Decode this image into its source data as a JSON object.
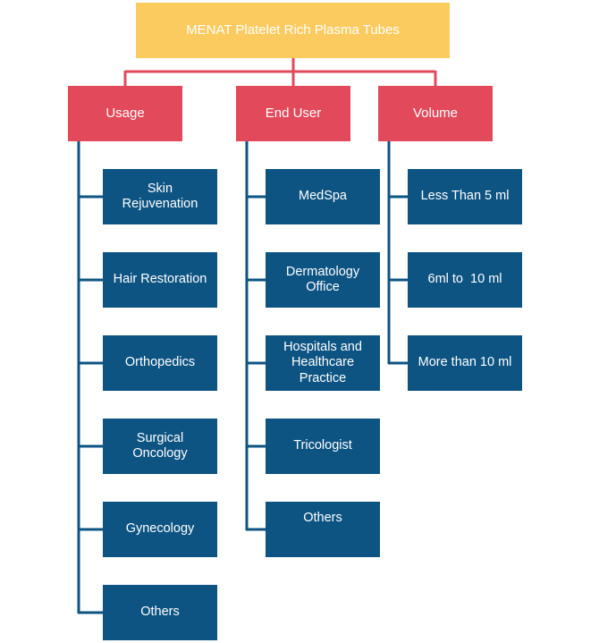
{
  "root": "MENAT Platelet Rich Plasma Tubes",
  "colors": {
    "root": "#FCCB5F",
    "category": "#E24A5B",
    "leaf": "#0E5483",
    "connector_top": "#E24A5B",
    "connector_branch": "#0E5483"
  },
  "categories": [
    {
      "label": "Usage",
      "items": [
        "Skin Rejuvenation",
        "Hair Restoration",
        "Orthopedics",
        "Surgical Oncology",
        "Gynecology",
        "Others"
      ]
    },
    {
      "label": "End User",
      "items": [
        "MedSpa",
        "Dermatology Office",
        "Hospitals and Healthcare Practice",
        "Tricologist",
        "Others"
      ]
    },
    {
      "label": "Volume",
      "items": [
        "Less Than 5 ml",
        "6ml to  10 ml",
        "More than 10 ml"
      ]
    }
  ]
}
